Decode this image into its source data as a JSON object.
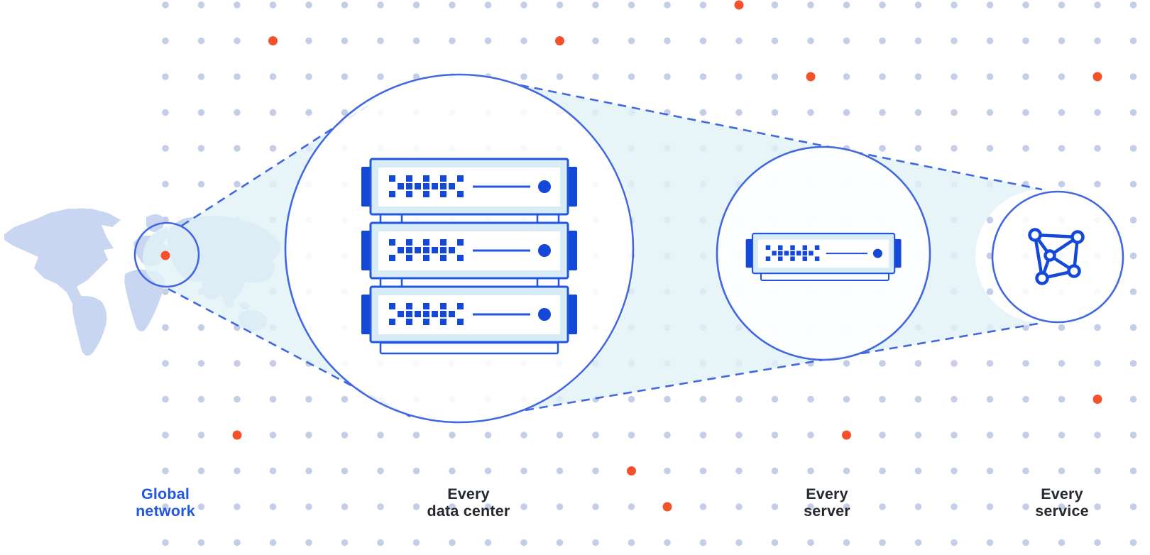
{
  "diagram_title": "Global network zoom diagram",
  "labels": {
    "global_network": {
      "line1": "Global",
      "line2": "network"
    },
    "every_data_center": {
      "line1": "Every",
      "line2": "data center"
    },
    "every_server": {
      "line1": "Every",
      "line2": "server"
    },
    "every_service": {
      "line1": "Every",
      "line2": "service"
    }
  },
  "colors": {
    "deep_blue": "#1348D8",
    "server_stroke": "#2256E0",
    "pale_panel": "#D8ECF7",
    "circle_stroke": "#4268E1",
    "wedge_fill": "#E2F1F7",
    "map_fill": "#C9D6F1",
    "grid_dot": "#C5CEE8",
    "orange_dot": "#F5512D",
    "label_dark": "#24282F",
    "label_blue": "#2257E5"
  },
  "icons": {
    "map_marker": "orange location dot on Europe",
    "server_rack": "stack of three servers",
    "single_server": "one server unit",
    "network_mesh": "five connected nodes"
  }
}
